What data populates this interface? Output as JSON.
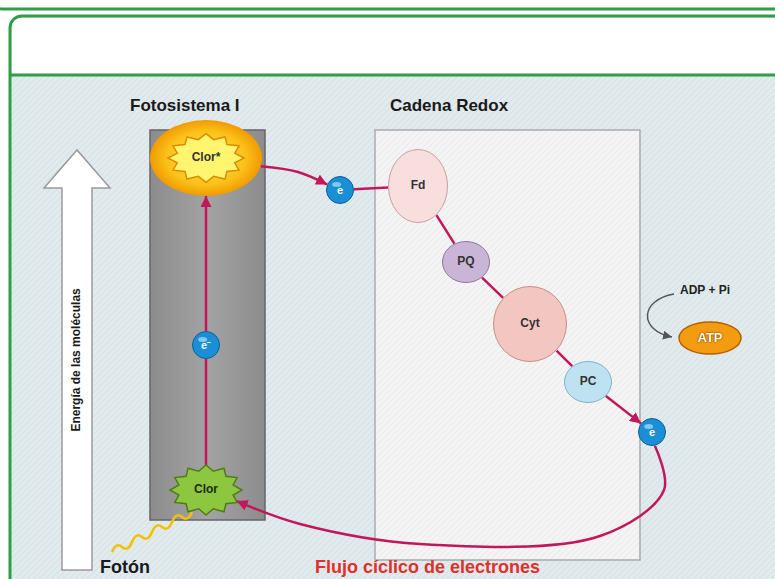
{
  "diagram": {
    "nodes": [
      {
        "text": [
          "Fotosistema I"
        ]
      },
      {
        "text": [
          "Clor*"
        ],
        "in": 0
      },
      {
        "text": [
          "e⁻"
        ],
        "in": 0
      },
      {
        "text": [
          "Clor"
        ],
        "in": 0
      },
      {
        "text": [
          "Cadena Redox"
        ]
      },
      {
        "text": [
          "Fd"
        ],
        "in": 4
      },
      {
        "text": [
          "PQ"
        ],
        "in": 4
      },
      {
        "text": [
          "Cyt"
        ],
        "in": 4
      },
      {
        "text": [
          "PC"
        ],
        "in": 4
      },
      {
        "text": [
          "e"
        ]
      },
      {
        "text": [
          "e"
        ]
      },
      {
        "text": [
          "ATP"
        ]
      }
    ],
    "edges": [
      {
        "from": 3,
        "to": 2,
        "arrow": "none"
      },
      {
        "from": 2,
        "to": 1,
        "arrow": "to"
      },
      {
        "from": 1,
        "to": 9,
        "arrow": "to"
      },
      {
        "from": 9,
        "to": 5,
        "arrow": "none"
      },
      {
        "from": 5,
        "to": 6,
        "arrow": "none"
      },
      {
        "from": 6,
        "to": 7,
        "arrow": "none"
      },
      {
        "from": 7,
        "to": 8,
        "arrow": "none"
      },
      {
        "from": 8,
        "to": 10,
        "arrow": "to"
      },
      {
        "from": 10,
        "to": 3,
        "arrow": "to"
      }
    ],
    "labels": [
      "Energía de las moléculas",
      "ADP + Pi",
      "Fotón",
      "Flujo cíclico de electrones"
    ]
  }
}
